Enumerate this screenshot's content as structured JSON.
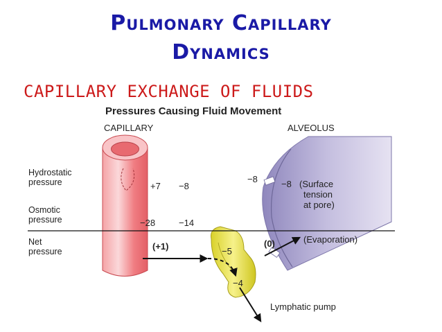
{
  "slide": {
    "title_line1": "Pulmonary Capillary",
    "title_line2": "Dynamics",
    "subtitle": "CAPILLARY EXCHANGE OF FLUIDS"
  },
  "diagram": {
    "heading": "Pressures Causing Fluid Movement",
    "capillary_label": "CAPILLARY",
    "alveolus_label": "ALVEOLUS",
    "rows": {
      "hydrostatic": [
        "Hydrostatic",
        "pressure"
      ],
      "osmotic": [
        "Osmotic",
        "pressure"
      ],
      "net": [
        "Net",
        "pressure"
      ]
    },
    "values": {
      "hydro_cap": "+7",
      "hydro_int": "−8",
      "hydro_alv_left": "−8",
      "hydro_alv_right": "−8",
      "osm_cap": "−28",
      "osm_int": "−14",
      "net_cap": "(+1)",
      "net_int": "−5",
      "net_alv": "(0)",
      "lymph_val": "−4"
    },
    "surface_tension": [
      "(Surface",
      "tension",
      "at pore)"
    ],
    "evaporation": "(Evaporation)",
    "lymphatic_pump": "Lymphatic pump",
    "colors": {
      "capillary": "#f0757a",
      "capillary_light": "#fbd3d5",
      "alveolus": "#a9a2cc",
      "lymphatic": "#e8e03a",
      "title": "#1a1aa6",
      "subtitle": "#cc1a1a"
    }
  }
}
